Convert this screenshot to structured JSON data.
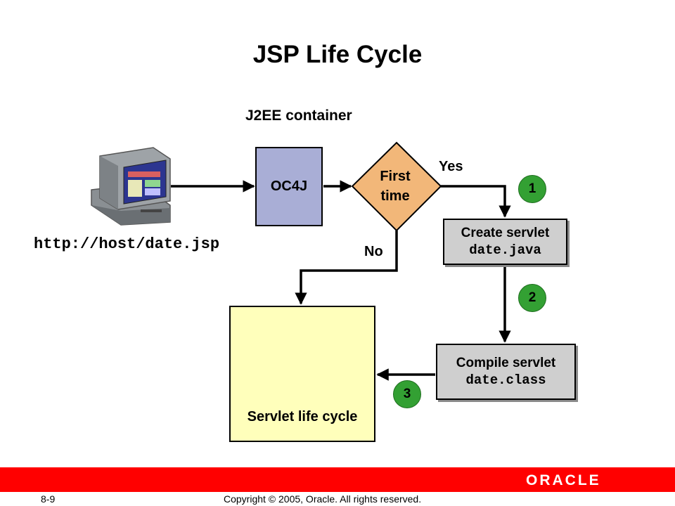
{
  "title": "JSP Life Cycle",
  "container_label": "J2EE container",
  "client": {
    "url": "http://host/date.jsp",
    "icon": "computer-icon"
  },
  "oc4j": {
    "label": "OC4J"
  },
  "decision": {
    "line1": "First",
    "line2": "time",
    "yes": "Yes",
    "no": "No"
  },
  "create_servlet": {
    "title": "Create servlet",
    "file": "date.java"
  },
  "compile_servlet": {
    "title": "Compile servlet",
    "file": "date.class"
  },
  "servlet_lifecycle": {
    "label": "Servlet life cycle",
    "icon": "servlet-cycle-icon"
  },
  "steps": [
    "1",
    "2",
    "3"
  ],
  "colors": {
    "oc4j": "#a9aed6",
    "decision": "#f2b779",
    "process": "#cfcfcf",
    "servlet": "#ffffbb",
    "step": "#33a033",
    "footer": "#ff0000"
  },
  "footer": {
    "page": "8-9",
    "copyright": "Copyright © 2005, Oracle.  All rights reserved.",
    "logo": "ORACLE"
  }
}
